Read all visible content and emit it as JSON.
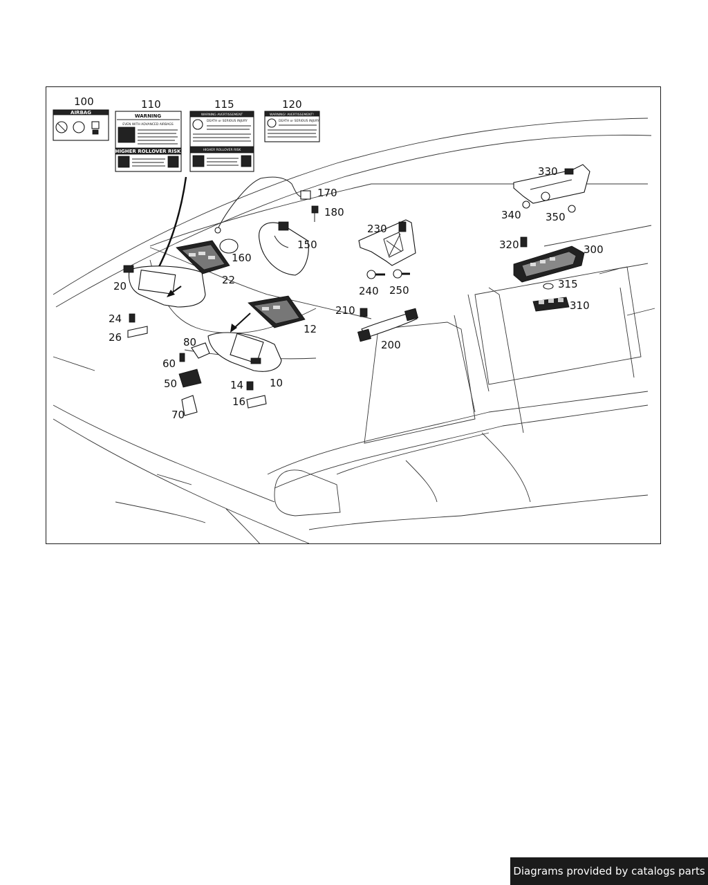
{
  "callouts": {
    "c100": "100",
    "c110": "110",
    "c115": "115",
    "c120": "120",
    "c170": "170",
    "c180": "180",
    "c150": "150",
    "c160": "160",
    "c230": "230",
    "c240": "240",
    "c250": "250",
    "c330": "330",
    "c340": "340",
    "c350": "350",
    "c320": "320",
    "c300": "300",
    "c315": "315",
    "c310": "310",
    "c210": "210",
    "c200": "200",
    "c20": "20",
    "c22": "22",
    "c24": "24",
    "c26": "26",
    "c12": "12",
    "c80": "80",
    "c60": "60",
    "c50": "50",
    "c70": "70",
    "c14": "14",
    "c16": "16",
    "c10": "10"
  },
  "labels": {
    "l100": {
      "head": "AIRBAG"
    },
    "l110": {
      "head": "WARNING",
      "line1": "EVEN WITH ADVANCED AIRBAGS",
      "foot": "HIGHER ROLLOVER RISK"
    },
    "l115": {
      "head": "WARNING AVERTISSEMENT",
      "line1": "DEATH or SERIOUS INJURY",
      "foot": "HIGHER ROLLOVER RISK"
    },
    "l120": {
      "head": "WARNING! AVERTISSEMENT!",
      "line1": "DEATH or SERIOUS INJURY"
    }
  },
  "footer": {
    "text": "Diagrams provided by catalogs parts"
  },
  "colors": {
    "frame": "#1a1a1a",
    "footer_bg": "#1b1b1b",
    "footer_text": "#ffffff"
  }
}
